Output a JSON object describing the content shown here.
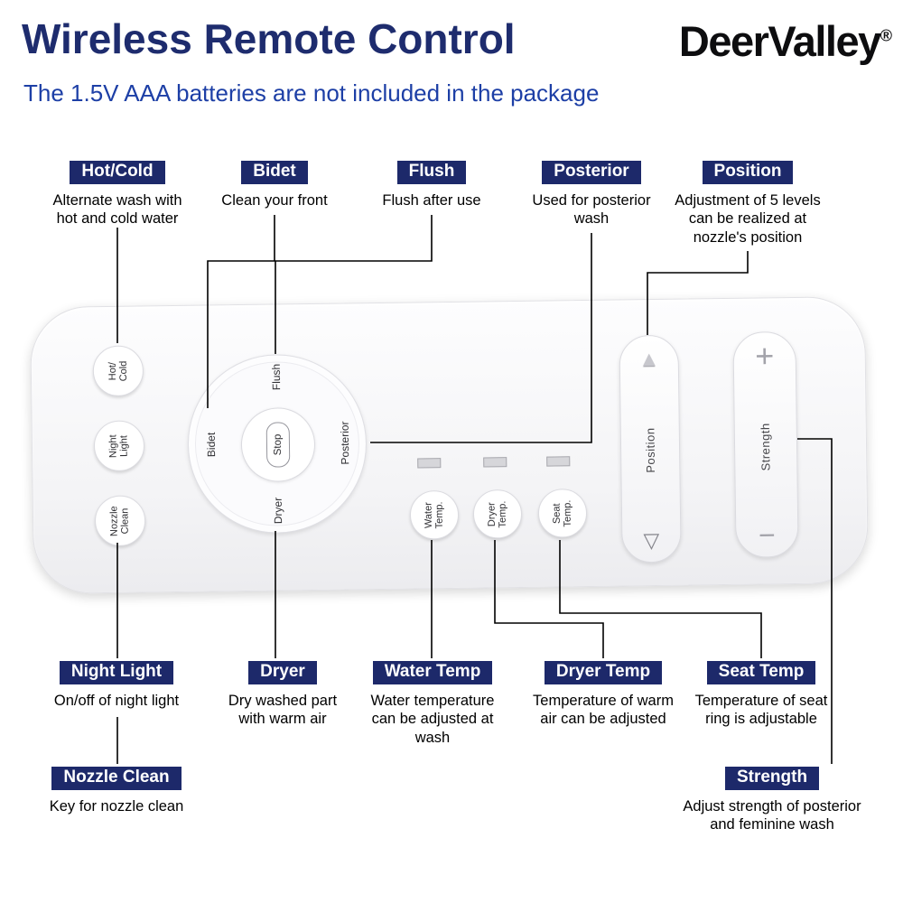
{
  "header": {
    "title": "Wireless Remote Control",
    "brand": "DeerValley",
    "brand_mark": "®",
    "subtitle": "The 1.5V AAA batteries are not included in the package"
  },
  "colors": {
    "title_text": "#1e2c6e",
    "subtitle_text": "#1d3fa6",
    "badge_bg": "#1d296a",
    "badge_text": "#ffffff",
    "line": "#000000",
    "remote_body": "#f4f4f6"
  },
  "callouts_top": [
    {
      "label": "Hot/Cold",
      "description": "Alternate wash with\nhot and cold water"
    },
    {
      "label": "Bidet",
      "description": "Clean your front"
    },
    {
      "label": "Flush",
      "description": "Flush after use"
    },
    {
      "label": "Posterior",
      "description": "Used for posterior\nwash"
    },
    {
      "label": "Position",
      "description": "Adjustment of 5 levels\ncan be realized at\nnozzle's position"
    }
  ],
  "callouts_bottom": [
    {
      "label": "Night Light",
      "description": "On/off of night light"
    },
    {
      "label": "Dryer",
      "description": "Dry washed part\nwith warm air"
    },
    {
      "label": "Water Temp",
      "description": "Water temperature\ncan be adjusted at\nwash"
    },
    {
      "label": "Dryer Temp",
      "description": "Temperature of warm\nair can be adjusted"
    },
    {
      "label": "Seat Temp",
      "description": "Temperature of seat\nring is adjustable"
    }
  ],
  "callouts_row2": [
    {
      "label": "Nozzle Clean",
      "description": "Key for nozzle clean"
    },
    {
      "label": "Strength",
      "description": "Adjust strength of posterior\nand feminine wash"
    }
  ],
  "remote": {
    "buttons": {
      "hot_cold": "Hot/\nCold",
      "night_light": "Night\nLight",
      "nozzle_clean": "Nozzle\nClean",
      "flush": "Flush",
      "bidet": "Bidet",
      "posterior": "Posterior",
      "dryer": "Dryer",
      "stop": "Stop",
      "water_temp": "Water\nTemp.",
      "dryer_temp": "Dryer\nTemp.",
      "seat_temp": "Seat\nTemp.",
      "position": "Position",
      "position_up_glyph": "▲",
      "position_down_glyph": "▽",
      "strength": "Strength",
      "strength_plus_glyph": "+",
      "strength_minus_glyph": "−"
    }
  }
}
